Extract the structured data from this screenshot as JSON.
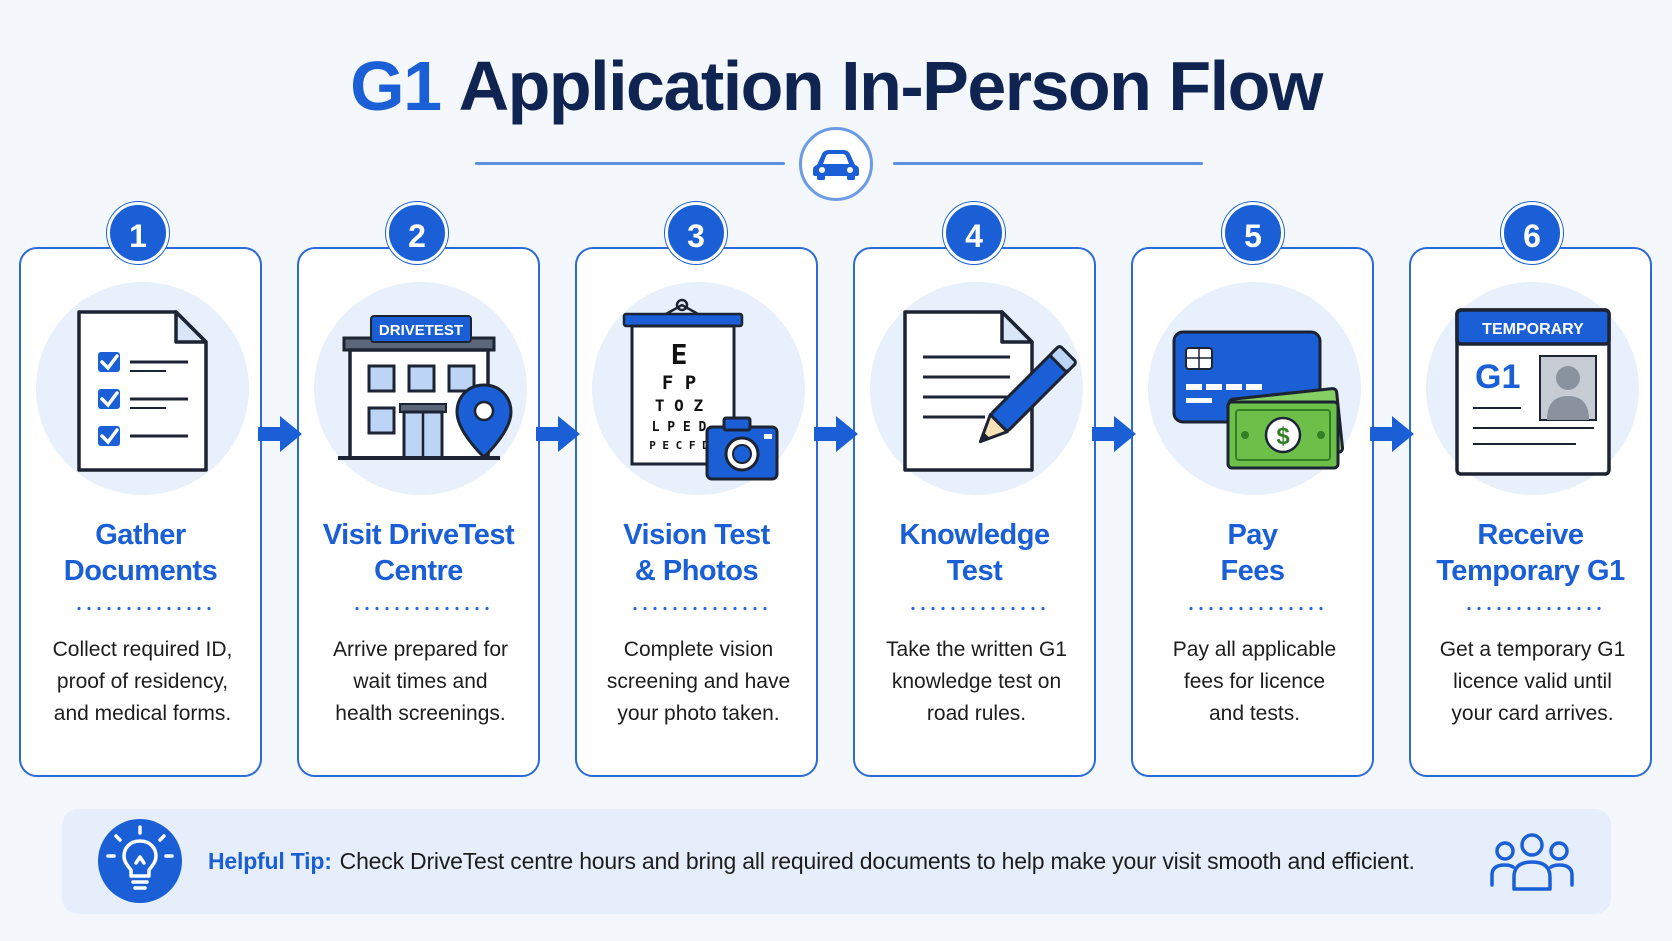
{
  "header": {
    "title_accent": "G1",
    "title_main": "Application In-Person Flow",
    "center_icon": "car-icon"
  },
  "steps": [
    {
      "number": "1",
      "title_lines": [
        "Gather",
        "Documents"
      ],
      "description_lines": [
        "Collect required ID,",
        "proof of residency,",
        "and medical forms."
      ],
      "icon": "checklist-icon"
    },
    {
      "number": "2",
      "title_lines": [
        "Visit DriveTest",
        "Centre"
      ],
      "description_lines": [
        "Arrive prepared for",
        "wait times and",
        "health screenings."
      ],
      "icon": "building-icon",
      "icon_label": "DRIVETEST"
    },
    {
      "number": "3",
      "title_lines": [
        "Vision Test",
        "& Photos"
      ],
      "description_lines": [
        "Complete vision",
        "screening and have",
        "your photo taken."
      ],
      "icon": "eye-chart-camera-icon",
      "chart_rows": [
        "E",
        "F P",
        "T O Z",
        "L P E D",
        "P E C F D"
      ]
    },
    {
      "number": "4",
      "title_lines": [
        "Knowledge",
        "Test"
      ],
      "description_lines": [
        "Take the written G1",
        "knowledge test on",
        "road rules."
      ],
      "icon": "document-pencil-icon"
    },
    {
      "number": "5",
      "title_lines": [
        "Pay",
        "Fees"
      ],
      "description_lines": [
        "Pay all applicable",
        "fees for licence",
        "and tests."
      ],
      "icon": "card-cash-icon",
      "cash_symbol": "$"
    },
    {
      "number": "6",
      "title_lines": [
        "Receive",
        "Temporary G1"
      ],
      "description_lines": [
        "Get a temporary G1",
        "licence valid until",
        "your card arrives."
      ],
      "icon": "temporary-licence-icon",
      "icon_label": "TEMPORARY",
      "icon_code": "G1"
    }
  ],
  "tip": {
    "label": "Helpful Tip:",
    "text": "Check DriveTest centre hours and bring all required documents to help make your visit smooth and efficient.",
    "left_icon": "lightbulb-icon",
    "right_icon": "people-group-icon"
  },
  "colors": {
    "primary_blue": "#1a5fd6",
    "dark_navy": "#0f2450",
    "light_blue_bg": "#e8f0fb",
    "money_green": "#6cc04a"
  }
}
